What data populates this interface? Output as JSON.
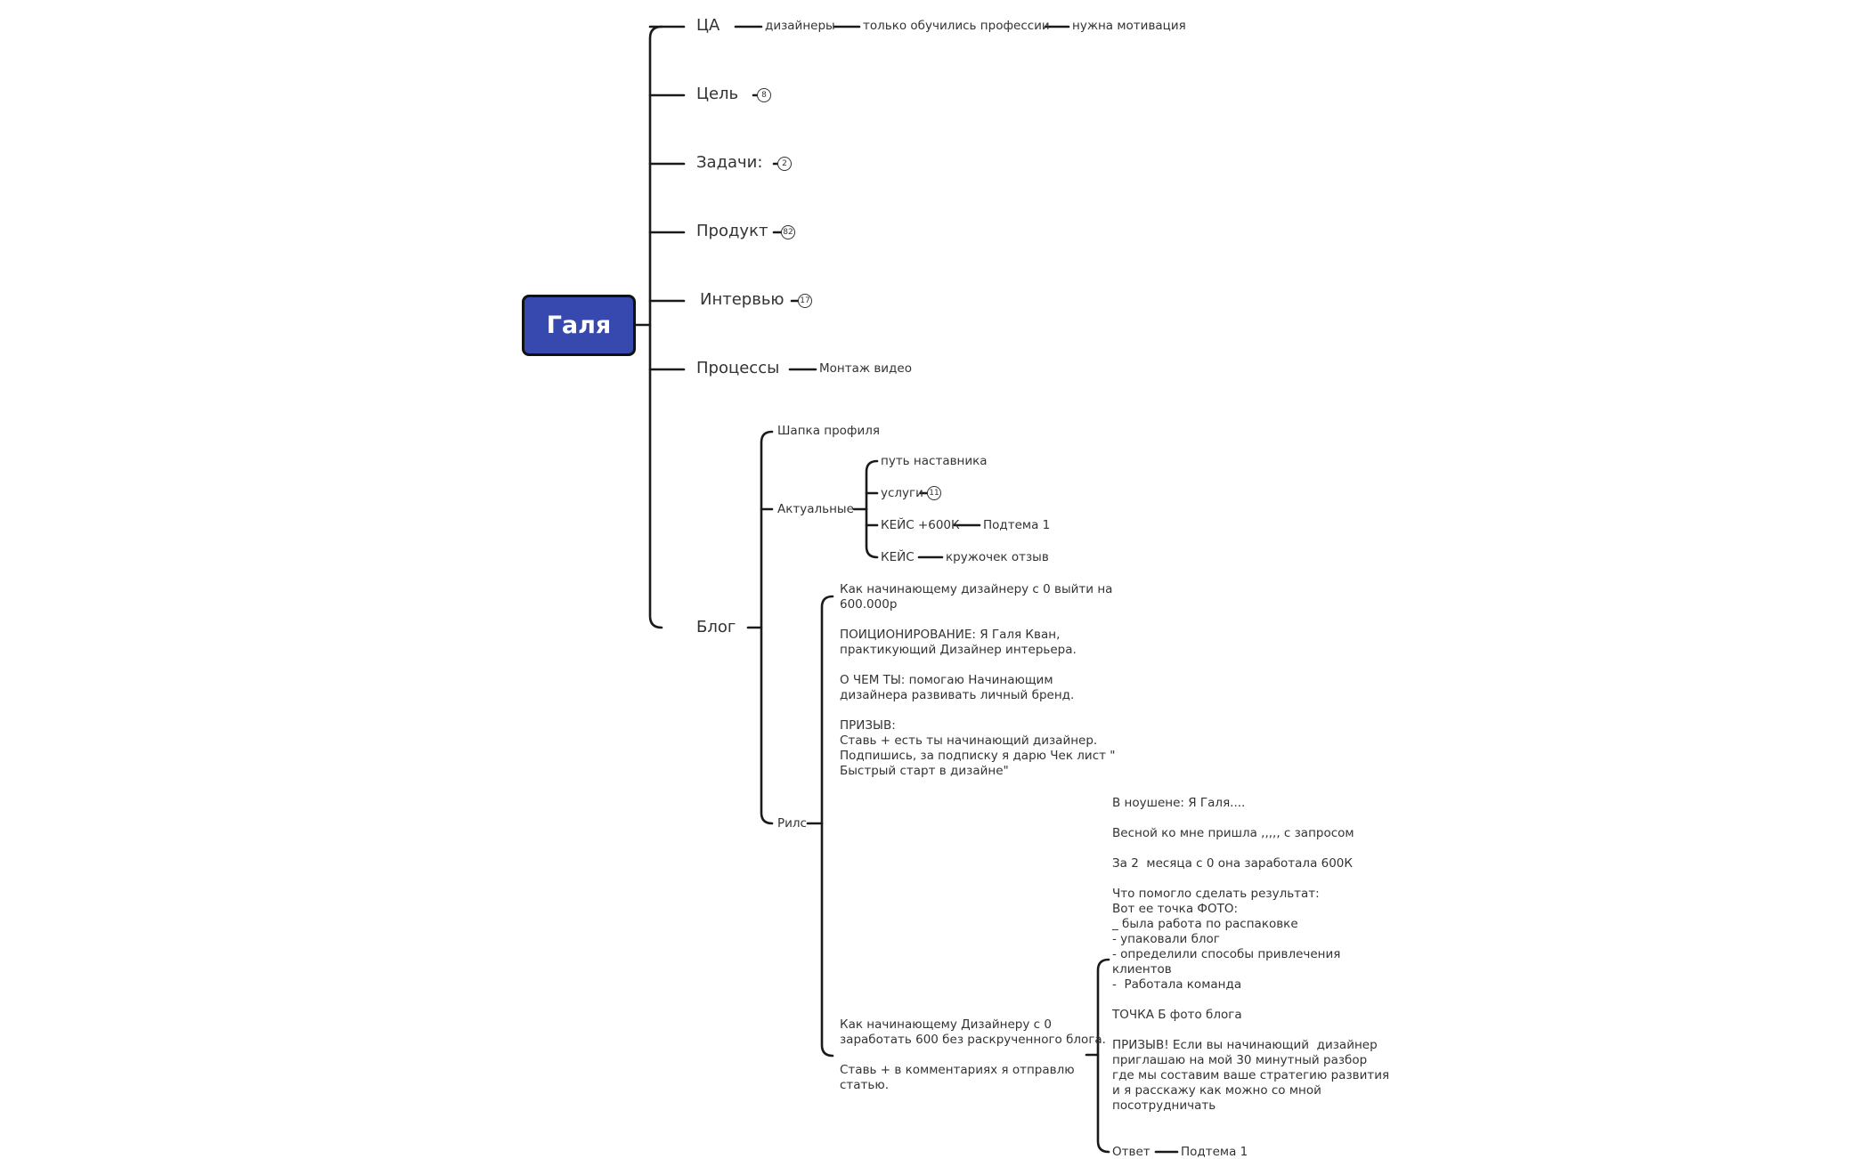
{
  "root": {
    "label": "Галя",
    "fill": "#3749ae"
  },
  "branches": {
    "ca": {
      "label": "ЦА",
      "children": [
        "дизайнеры",
        "только обучились профессии",
        "нужна мотивация"
      ]
    },
    "goal": {
      "label": "Цель",
      "count": "8"
    },
    "tasks": {
      "label": "Задачи:",
      "count": "2"
    },
    "product": {
      "label": "Продукт",
      "count": "82"
    },
    "interview": {
      "label": "Интервью",
      "count": "17"
    },
    "processes": {
      "label": "Процессы",
      "children": [
        "Монтаж видео"
      ]
    },
    "blog": {
      "label": "Блог",
      "profile_header": "Шапка профиля",
      "actual": {
        "label": "Актуальные",
        "items": [
          "путь наставника",
          "услуги",
          "КЕЙС +600К",
          "КЕЙС"
        ],
        "services_count": "11",
        "case1_child": "Подтема 1",
        "case2_child": "кружочек отзыв"
      },
      "reels": {
        "label": "Рилс",
        "item1": "Как начинающему дизайнеру с 0 выйти на\n600.000р\n\nПОИЦИОНИРОВАНИЕ: Я Галя Кван,\nпрактикующий Дизайнер интерьера.\n\nО ЧЕМ ТЫ: помогаю Начинающим\nдизайнера развивать личный бренд.\n\nПРИЗЫВ:\nСтавь + есть ты начинающий дизайнер.\nПодпишись, за подписку я дарю Чек лист \"\nБыстрый старт в дизайне\"",
        "item2": "Как начинающему Дизайнеру с 0\nзаработать 600 без раскрученного блога.\n\nСтавь + в комментариях я отправлю\nстатью.",
        "item2_script": "В ноушене: Я Галя....\n\nВесной ко мне пришла ,,,,, с запросом\n\nЗа 2  месяца с 0 она заработала 600К\n\nЧто помогло сделать результат:\nВот ее точка ФОТО:\n_ была работа по распаковке\n- упаковали блог\n- определили способы привлечения\nклиентов\n-  Работала команда\n\nТОЧКА Б фото блога\n\nПРИЗЫВ! Если вы начинающий  дизайнер\nприглашаю на мой 30 минутный разбор\nгде мы составим ваше стратегию развития\nи я расскажу как можно со мной\nпосотрудничать",
        "answer": "Ответ",
        "answer_child": "Подтема 1"
      }
    }
  }
}
